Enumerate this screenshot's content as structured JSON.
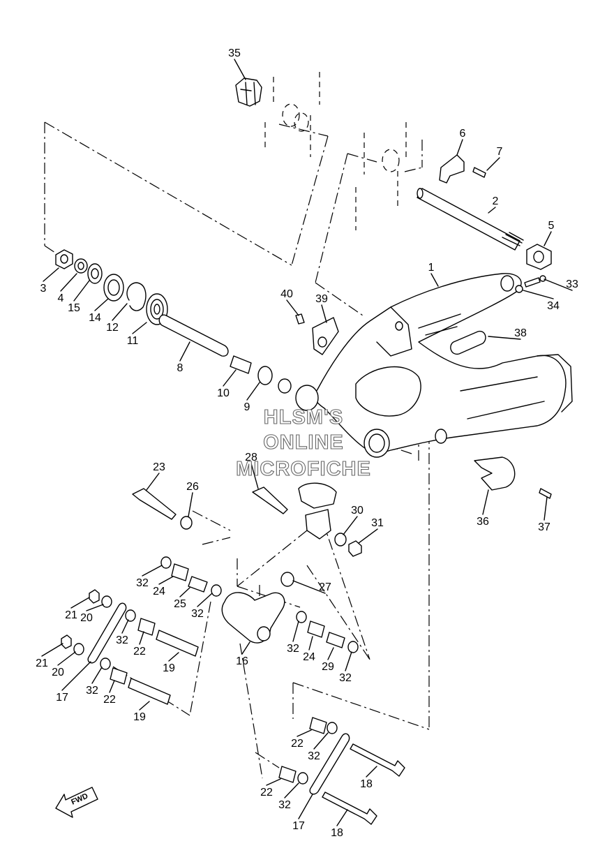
{
  "diagram": {
    "watermark": [
      "HLSM'S",
      "ONLINE",
      "MICROFICHE"
    ],
    "direction_label": "FWD",
    "callouts": [
      "1",
      "2",
      "3",
      "4",
      "5",
      "6",
      "7",
      "8",
      "9",
      "10",
      "11",
      "12",
      "14",
      "15",
      "16",
      "17",
      "17",
      "18",
      "18",
      "19",
      "19",
      "20",
      "20",
      "21",
      "21",
      "22",
      "22",
      "22",
      "22",
      "23",
      "24",
      "24",
      "25",
      "26",
      "27",
      "28",
      "29",
      "30",
      "31",
      "32",
      "32",
      "32",
      "32",
      "32",
      "32",
      "32",
      "32",
      "33",
      "34",
      "35",
      "36",
      "37",
      "38",
      "39",
      "40"
    ]
  }
}
